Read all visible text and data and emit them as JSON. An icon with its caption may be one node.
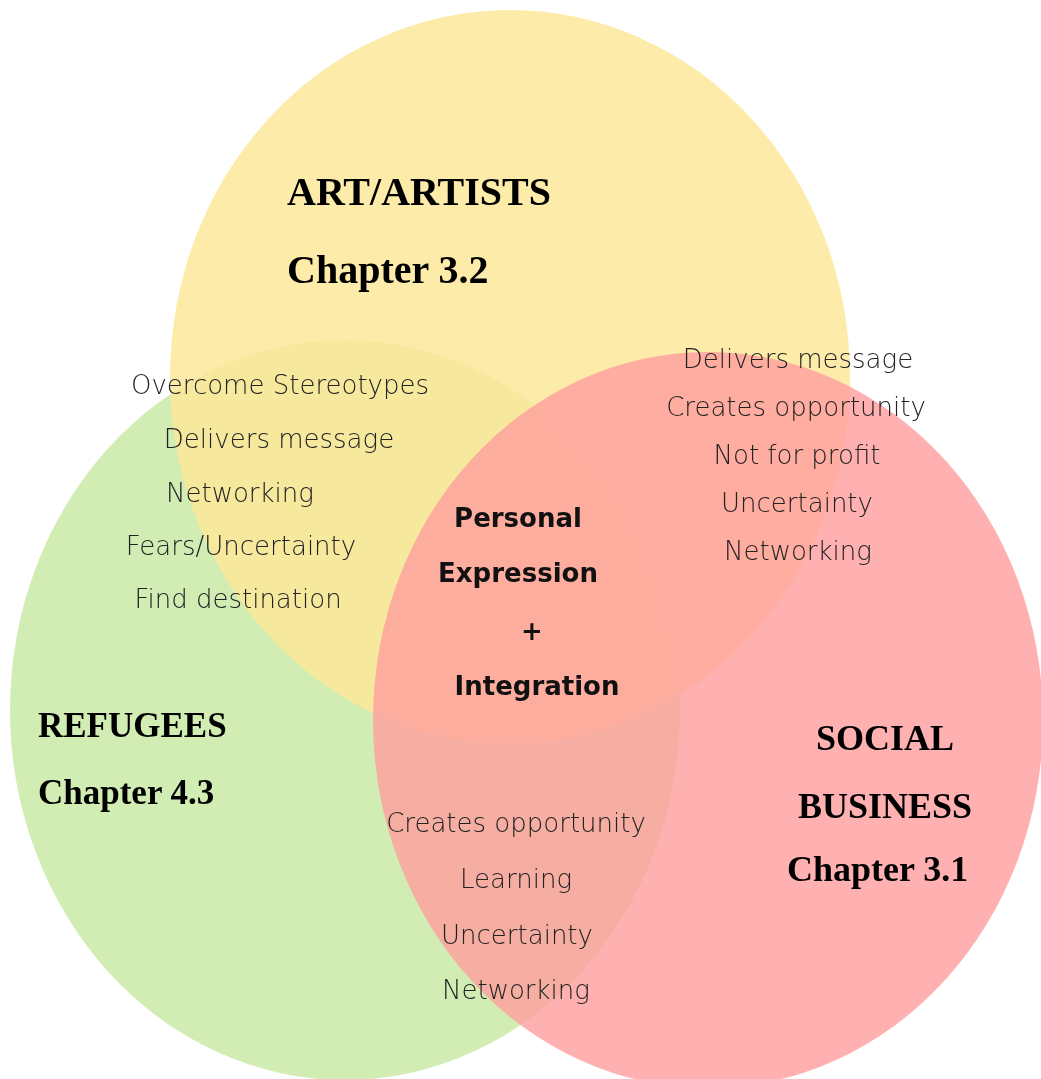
{
  "diagram": {
    "nodes": [
      {
        "text": [
          "ART/ARTISTS",
          "Chapter 3.2"
        ]
      },
      {
        "text": [
          "REFUGEES",
          "Chapter 4.3"
        ]
      },
      {
        "text": [
          "SOCIAL BUSINESS",
          "Chapter 3.1"
        ]
      }
    ],
    "labels": [
      "Overcome Stereotypes",
      "Delivers message",
      "Networking",
      "Fears/Uncertainty",
      "Find destination",
      "Delivers message",
      "Creates opportunity",
      "Not for profit",
      "Uncertainty",
      "Networking",
      "Personal",
      "Expression",
      "+",
      "Integration",
      "Creates opportunity",
      "Learning",
      "Uncertainty",
      "Networking"
    ]
  }
}
